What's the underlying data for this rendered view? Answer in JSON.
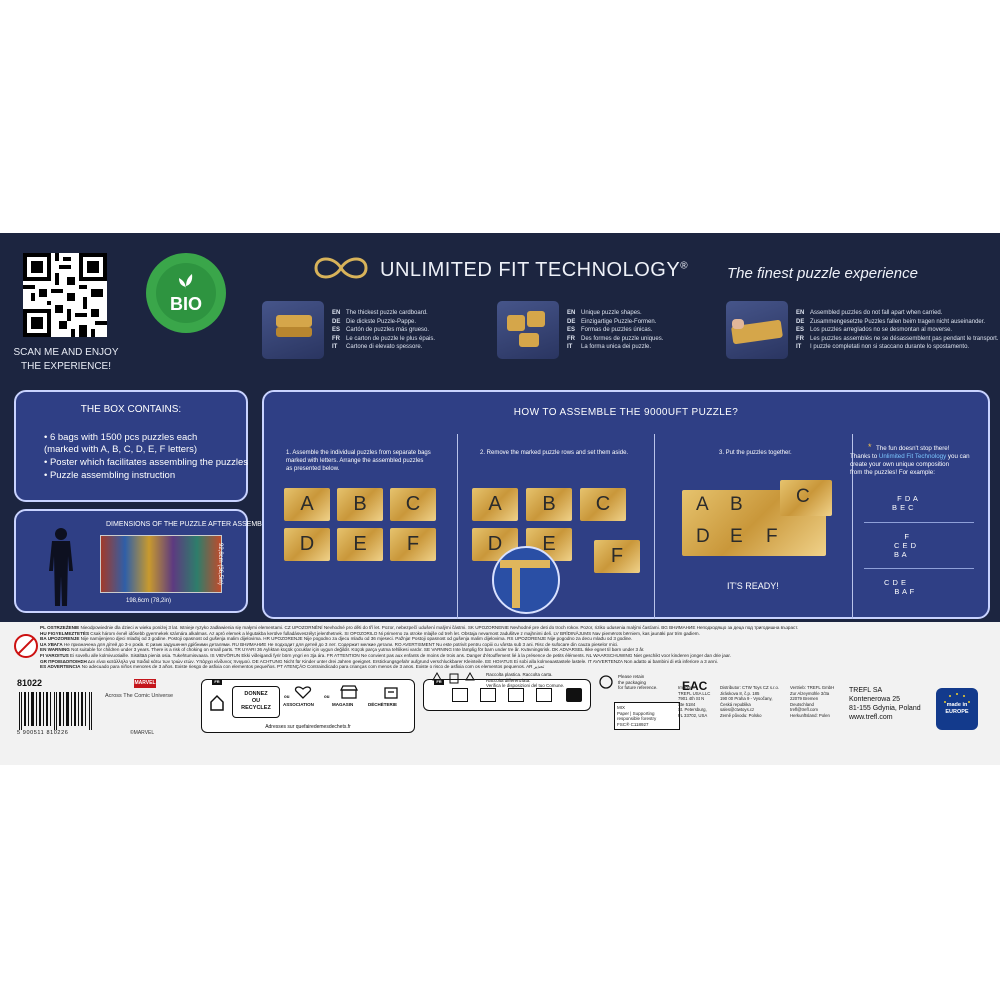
{
  "qr": {
    "label": "SCAN ME AND ENJOY\nTHE EXPERIENCE!"
  },
  "bio": {
    "label": "BIO"
  },
  "header": {
    "title": "UNLIMITED FIT TECHNOLOGY",
    "trademark": "®",
    "subtitle": "The finest puzzle experience"
  },
  "features": [
    {
      "lines": [
        {
          "lang": "EN",
          "text": "The thickest puzzle cardboard."
        },
        {
          "lang": "DE",
          "text": "Die dickste Puzzle-Pappe."
        },
        {
          "lang": "ES",
          "text": "Cartón de puzzles más grueso."
        },
        {
          "lang": "FR",
          "text": "Le carton de puzzle le plus épais."
        },
        {
          "lang": "IT",
          "text": "Cartone di elevato spessore."
        }
      ]
    },
    {
      "lines": [
        {
          "lang": "EN",
          "text": "Unique puzzle shapes."
        },
        {
          "lang": "DE",
          "text": "Einzigartige Puzzle-Formen."
        },
        {
          "lang": "ES",
          "text": "Formas de puzzles únicas."
        },
        {
          "lang": "FR",
          "text": "Des formes de puzzle uniques."
        },
        {
          "lang": "IT",
          "text": "La forma unica dei puzzle."
        }
      ]
    },
    {
      "lines": [
        {
          "lang": "EN",
          "text": "Assembled puzzles do not fall apart when carried."
        },
        {
          "lang": "DE",
          "text": "Zusammengesetzte Puzzles fallen beim tragen nicht auseinander."
        },
        {
          "lang": "ES",
          "text": "Los puzzles arreglados no se desmontan al moverse."
        },
        {
          "lang": "FR",
          "text": "Les puzzles assemblés ne se désassemblent pas pendant le transport."
        },
        {
          "lang": "IT",
          "text": "I puzzle completati non si staccano durante lo spostamento."
        }
      ]
    }
  ],
  "contains": {
    "title": "THE BOX CONTAINS:",
    "items": [
      "• 6 bags with 1500 pcs puzzles each\n  (marked with A, B, C, D, E, F letters)",
      "• Poster which facilitates assembling the puzzles",
      "• Puzzle assembling instruction"
    ]
  },
  "dimensions": {
    "title": "DIMENSIONS OF THE PUZZLE AFTER ASSEMBLY:",
    "height": "92,8cm (36,5in)",
    "width": "198,6cm (78,2in)"
  },
  "assemble": {
    "title": "HOW TO ASSEMBLE THE 9000UFT PUZZLE?",
    "step1": "1. Assemble the individual puzzles from separate bags\nmarked with letters. Arrange the assembled puzzles\nas presented below.",
    "step2": "2. Remove the marked puzzle rows and set them aside.",
    "step3": "3. Put the puzzles together.",
    "letters": [
      "A",
      "B",
      "C",
      "D",
      "E",
      "F"
    ],
    "ready": "IT'S READY!",
    "fun_star": "*",
    "fun_title": "The fun doesn't stop there!",
    "fun_pre": "Thanks to ",
    "fun_highlight": "Unlimited Fit Technology",
    "fun_post": " you can\ncreate your own unique composition\nfrom the puzzles! For example:",
    "combos": [
      "  F D A\nB E C",
      "    F\nC E D\nB A",
      "C D E\n    B A F"
    ]
  },
  "warnings": [
    {
      "b": "PL OSTRZEŻENIE",
      "t": " Nieodpowiednie dla dzieci w wieku poniżej 3 lat. Istnieje ryzyko zadławienia się małymi elementami. CZ UPOZORNĚNÍ Nevhodné pro děti do tří let. Pozor, nebezpečí udušení malými částmi. SK UPOZORNENIE Nevhodné pre deti do troch rokov. Pozor, riziko udusenia malými časťami. BG ВНИМАНИЕ Неподходящо за деца под тригодишна възраст."
    },
    {
      "b": "HU FIGYELMEZTETÉS",
      "t": " Csak három évnél idősebb gyermekek számára alkalmas. Az apró elemek a légutakba kerülve fulladásveszélyt jelenthetnek. SI OPOZORILO Ni primerno za otroke mlajše od treh let. Obstaja nevarnost zadušitve z majhnimi deli. LV BRĪDINĀJUMS Nav piemērots bērniem, kas jaunāki par trim gadiem."
    },
    {
      "b": "BA UPOZORENJE",
      "t": " Nije namijenjeno djeci mlađoj od 3 godine. Postoji opasnost od gušenja malim dijelovima. HR UPOZORENJE Nije pogodno za djecu mlađu od 36 mjeseci. Pažnja! Postoji opasnost od gušenja malim dijelovima. RS UPOZORENJE Nije pogodno za decu mlađu od 3 godine."
    },
    {
      "b": "UA УВАГА",
      "t": " Не призначена для дітей до 3-х років. Є ризик задушення дрібними деталями. RU ВНИМАНИЕ Не подходит для детей до 3 лет. Содержит мелкие детали. RO AVERTISMENT Nu este potrivit pentru copiii cu vârsta sub 3 ani. Risc de sufocare din cauza pieselor mici."
    },
    {
      "b": "EN WARNING",
      "t": " Not suitable for children under 3 years. There is a risk of choking on small parts. TR UYARI 36 Aylıktan küçük çocuklar için uygun değildir. Küçük parça yutma tehlikesi vardır. SE VARNING Inte lämplig för barn under tre år. Kvävningsrisk. DK ADVARSEL Ikke egnet til børn under 3 år."
    },
    {
      "b": "FI VAROITUS",
      "t": " Ei sovellu alle kolmivuotiaille. Sisältää pieniä osia. Tukehtumisvaara. IS VIÐVÖRUN Ekki viðeigandi fyrir börn yngri en 3ja ára. FR ATTENTION Ne convient pas aux enfants de moins de trois ans. Danger d'étouffement lié à la présence de petits éléments. NL WAARSCHUWING Niet geschikt voor kinderen jonger dan drie jaar."
    },
    {
      "b": "GR ΠΡΟΕΙΔΟΠΟΙΗΣΗ",
      "t": " Δεν είναι κατάλληλο για παιδιά κάτω των τριών ετών. Υπάρχει κίνδυνος πνιγμού. DE ACHTUNG Nicht für Kinder unter drei Jahren geeignet. Erstickungsgefahr aufgrund verschluckbarer Kleinteile. EE HOIATUS Ei sobi alla kolmeaastastele lastele. IT AVVERTENZA Non adatto ai bambini di età inferiore a 3 anni."
    },
    {
      "b": "ES ADVERTENCIA",
      "t": " No adecuado para niños menores de 3 años. Existe riesgo de asfixia con elementos pequeños. PT ATENÇÃO Contraindicado para crianças com menos de 3 anos. Existe o risco de asfixia com os elementos pequenos. AR تحذير"
    }
  ],
  "product": {
    "code": "81022",
    "brand": "MARVEL",
    "series": "Across The Comic Universe",
    "copyright": "©MARVEL",
    "barcode": "5  900511  810226"
  },
  "recycle": {
    "tag": "FR",
    "donnez": "DONNEZ\nOU\nRECYCLEZ",
    "ou1": "ou",
    "labels": [
      "ASSOCIATION",
      "MAGASIN",
      "DÉCHÈTERIE"
    ],
    "ou2": "ou",
    "url": "Adresses sur quefairedemesdechets.fr"
  },
  "pack": {
    "tag": "FR"
  },
  "recycle_notes": {
    "plastic": "Raccolta plastica. Raccolta carta.\nRaccolta differenziata.\nVerifica le disposizioni del tuo Comune.",
    "retain": "Please retain\nthe packaging\nfor future reference.",
    "fsc": "MIX\nPaper | Supporting\nresponsible forestry\nFSC® C118927"
  },
  "importer": {
    "c1": "Importer:\nTREFL USA LLC\n7901 4th St N\nSte 5184\nSt. Petersburg,\nFL 33702, USA",
    "c2": "Distributor: CTW Toys CZ s.r.o.\nJiráskova 8, č.p. 185\n190 00 Praha 9 - Vysočany,\nČeská republika\nsales@ctwtoys.cz\nZemě původu: Polsko",
    "c3": "Vertrieb: TREFL GmbH\nZur Alzeymühle 3/3a\n22079 Bremen\nDeutschland\ntrefl@trefl.com\nHerkunftsland: Polen"
  },
  "eac": "EAC",
  "trefl": "TREFL SA\nKontenerowa 25\n81-155 Gdynia, Poland\nwww.trefl.com",
  "eu": "made in\nEUROPE",
  "colors": {
    "box": "#1c2540",
    "panel": "#2f3f85",
    "panel_border": "#c9d3ff",
    "gold": "#d5a64a",
    "bio_green": "#3aa64a"
  }
}
